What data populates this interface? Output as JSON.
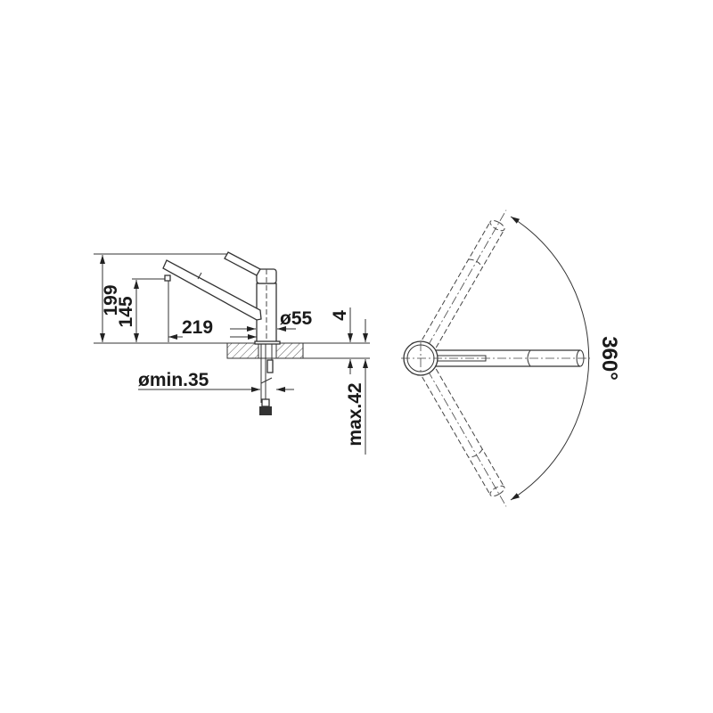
{
  "side_view": {
    "dim_total_height": "199",
    "dim_spout_height": "145",
    "dim_spout_reach": "219",
    "dim_base_diameter": "ø55",
    "dim_hole_diameter": "ømin.35",
    "dim_gap": "4",
    "dim_worktop_thickness": "max.42"
  },
  "top_view": {
    "rotation_angle": "360°"
  },
  "colors": {
    "line": "#333333",
    "background": "#ffffff"
  }
}
